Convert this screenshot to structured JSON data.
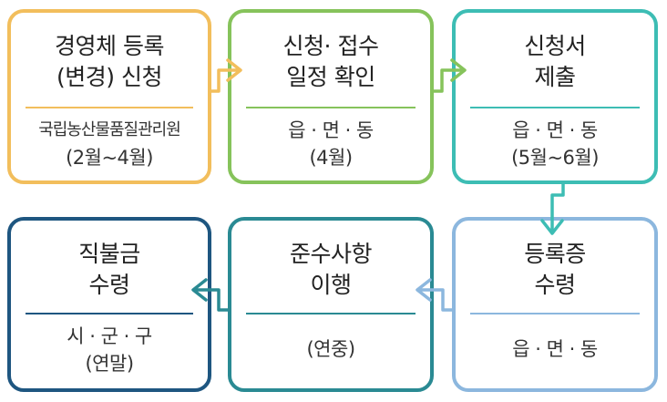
{
  "steps": [
    {
      "title_line1": "경영체 등록",
      "title_line2": "(변경) 신청",
      "detail_line1": "국립농산물품질관리원",
      "detail_line2": "(2월~4월)",
      "color": "#F2BE5C"
    },
    {
      "title_line1": "신청· 접수",
      "title_line2": "일정 확인",
      "detail_line1": "읍 · 면 · 동",
      "detail_line2": "(4월)",
      "color": "#86C35B"
    },
    {
      "title_line1": "신청서",
      "title_line2": "제출",
      "detail_line1": "읍 · 면 · 동",
      "detail_line2": "(5월~6월)",
      "color": "#3DBDB4"
    },
    {
      "title_line1": "등록증",
      "title_line2": "수령",
      "detail_line1": "읍 · 면 · 동",
      "color": "#8CB7DE"
    },
    {
      "title_line1": "준수사항",
      "title_line2": "이행",
      "detail_line1": "(연중)",
      "color": "#2A8A93"
    },
    {
      "title_line1": "직불금",
      "title_line2": "수령",
      "detail_line1": "시 · 군 · 구",
      "detail_line2": "(연말)",
      "color": "#1E5680"
    }
  ]
}
